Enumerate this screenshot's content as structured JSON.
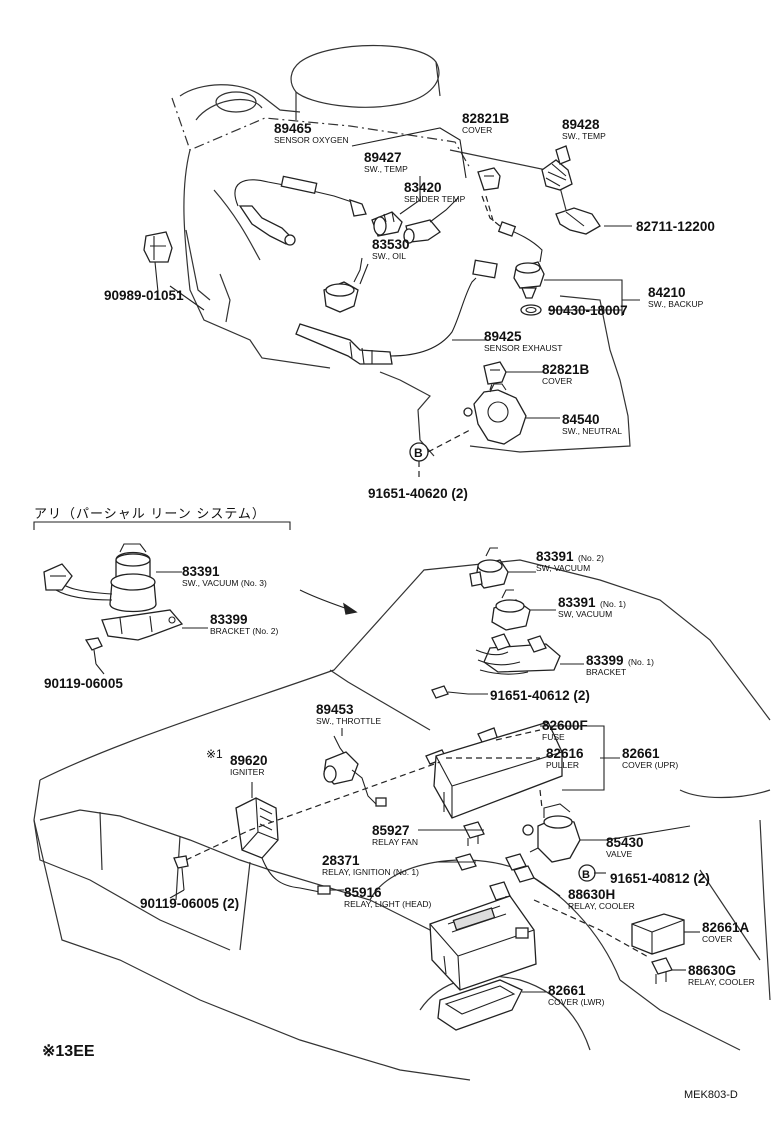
{
  "parts": [
    {
      "id": "p89465",
      "number": "89465",
      "desc": "SENSOR OXYGEN"
    },
    {
      "id": "p82821b_top",
      "number": "82821B",
      "desc": "COVER"
    },
    {
      "id": "p89428",
      "number": "89428",
      "desc": "SW., TEMP"
    },
    {
      "id": "p89427",
      "number": "89427",
      "desc": "SW., TEMP"
    },
    {
      "id": "p83420",
      "number": "83420",
      "desc": "SENDER TEMP"
    },
    {
      "id": "p82711",
      "number": "82711-12200",
      "desc": ""
    },
    {
      "id": "p83530",
      "number": "83530",
      "desc": "SW., OIL"
    },
    {
      "id": "p90989",
      "number": "90989-01051",
      "desc": ""
    },
    {
      "id": "p84210",
      "number": "84210",
      "desc": "SW., BACKUP"
    },
    {
      "id": "p90430",
      "number": "90430-18007",
      "desc": ""
    },
    {
      "id": "p89425",
      "number": "89425",
      "desc": "SENSOR EXHAUST"
    },
    {
      "id": "p82821b_mid",
      "number": "82821B",
      "desc": "COVER"
    },
    {
      "id": "p84540",
      "number": "84540",
      "desc": "SW., NEUTRAL"
    },
    {
      "id": "p91651_40620",
      "number": "91651-40620 (2)",
      "desc": ""
    },
    {
      "id": "p83391_no3",
      "number": "83391",
      "desc": "SW., VACUUM (No. 3)"
    },
    {
      "id": "p83399_no2",
      "number": "83399",
      "desc": "BRACKET (No. 2)"
    },
    {
      "id": "p90119_top",
      "number": "90119-06005",
      "desc": ""
    },
    {
      "id": "p83391_no2",
      "number": "83391",
      "suffix": "(No. 2)",
      "desc": "SW, VACUUM"
    },
    {
      "id": "p83391_no1",
      "number": "83391",
      "suffix": "(No. 1)",
      "desc": "SW, VACUUM"
    },
    {
      "id": "p83399_no1",
      "number": "83399",
      "suffix": "(No. 1)",
      "desc": "BRACKET"
    },
    {
      "id": "p91651_40612a",
      "number": "91651-40612 (2)",
      "desc": ""
    },
    {
      "id": "p89453",
      "number": "89453",
      "desc": "SW., THROTTLE"
    },
    {
      "id": "p82600f",
      "number": "82600F",
      "desc": "FUSE"
    },
    {
      "id": "p82616",
      "number": "82616",
      "desc": "PULLER"
    },
    {
      "id": "p82661_upr",
      "number": "82661",
      "desc": "COVER (UPR)"
    },
    {
      "id": "p89620",
      "number": "89620",
      "desc": "IGNITER"
    },
    {
      "id": "p85927",
      "number": "85927",
      "desc": "RELAY FAN"
    },
    {
      "id": "p85430",
      "number": "85430",
      "desc": "VALVE"
    },
    {
      "id": "p28371",
      "number": "28371",
      "desc": "RELAY, IGNITION (No. 1)"
    },
    {
      "id": "p91651_40612b",
      "number": "91651-40812 (2)",
      "desc": ""
    },
    {
      "id": "p85916",
      "number": "85916",
      "desc": "RELAY, LIGHT (HEAD)"
    },
    {
      "id": "p88630h",
      "number": "88630H",
      "desc": "RELAY, COOLER"
    },
    {
      "id": "p90119_bot",
      "number": "90119-06005 (2)",
      "desc": ""
    },
    {
      "id": "p82661a",
      "number": "82661A",
      "desc": "COVER"
    },
    {
      "id": "p88630g",
      "number": "88630G",
      "desc": "RELAY, COOLER"
    },
    {
      "id": "p82661_lwr",
      "number": "82661",
      "desc": "COVER (LWR)"
    }
  ],
  "section_label": "アリ（パーシャル リーン システム）",
  "callout_b": "B",
  "asterisk_mark": "※1",
  "footnote": "※13EE",
  "diagram_code": "MEK803-D"
}
